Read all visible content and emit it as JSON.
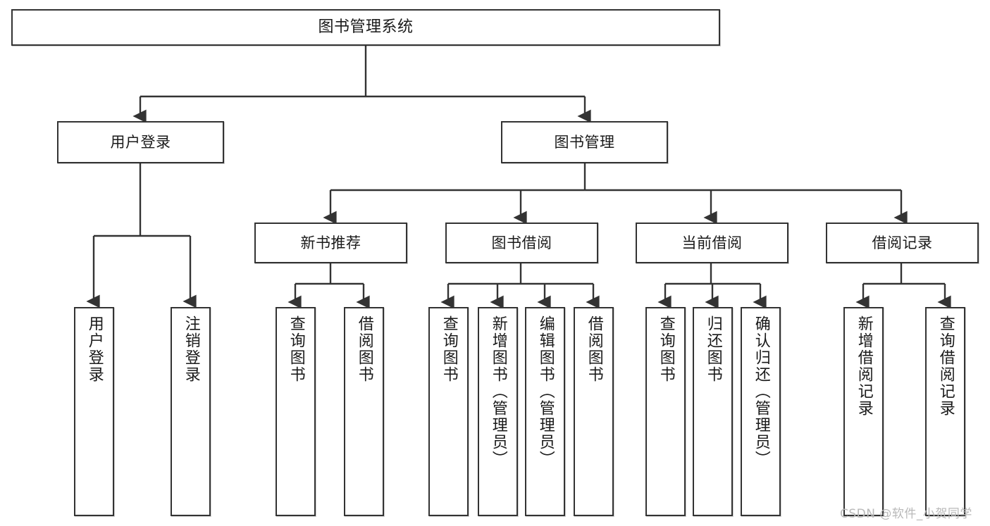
{
  "diagram": {
    "title": "图书管理系统",
    "type": "functional-hierarchy-tree",
    "watermark": "CSDN @软件_小贺同学",
    "colors": {
      "border": "#333333",
      "background": "#ffffff",
      "text": "#1a1a1a",
      "connector": "#333333",
      "watermark": "#b9b9b9"
    },
    "levels": {
      "root": {
        "label": "图书管理系统"
      },
      "level2": [
        {
          "label": "用户登录"
        },
        {
          "label": "图书管理"
        }
      ],
      "level3": [
        {
          "label": "新书推荐"
        },
        {
          "label": "图书借阅"
        },
        {
          "label": "当前借阅"
        },
        {
          "label": "借阅记录"
        }
      ],
      "leaves": {
        "user_login": [
          {
            "label": "用户登录"
          },
          {
            "label": "注销登录"
          }
        ],
        "new_book_recommend": [
          {
            "label": "查询图书"
          },
          {
            "label": "借阅图书"
          }
        ],
        "book_borrow": [
          {
            "label": "查询图书"
          },
          {
            "label": "新增图书（管理员）"
          },
          {
            "label": "编辑图书（管理员）"
          },
          {
            "label": "借阅图书"
          }
        ],
        "current_borrow": [
          {
            "label": "查询图书"
          },
          {
            "label": "归还图书"
          },
          {
            "label": "确认归还（管理员）"
          }
        ],
        "borrow_record": [
          {
            "label": "新增借阅记录"
          },
          {
            "label": "查询借阅记录"
          }
        ]
      }
    }
  }
}
